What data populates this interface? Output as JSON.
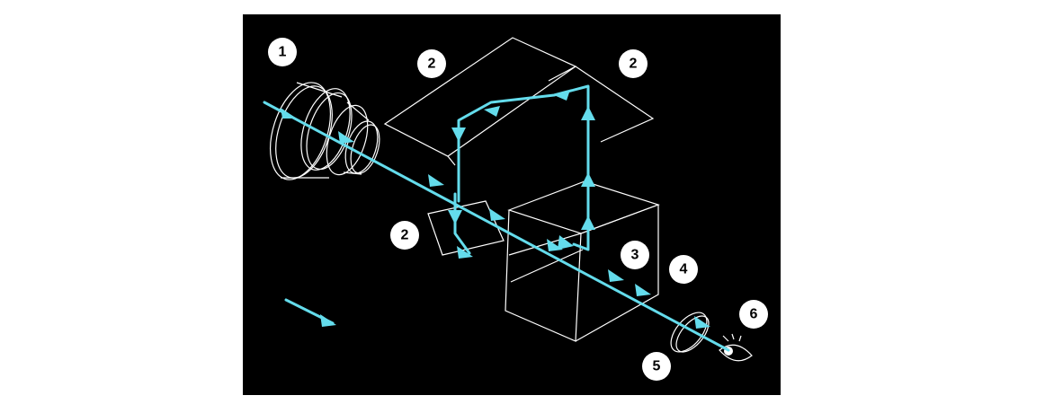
{
  "colors": {
    "background": "#000000",
    "page": "#ffffff",
    "wireframe": "#ffffff",
    "beam": "#64dcec",
    "badge_fill": "#ffffff",
    "badge_text": "#000000"
  },
  "labels": {
    "objective": "1",
    "prism_top_left": "2",
    "prism_top_right": "2",
    "prism_small": "2",
    "beam_splitter_cube": "3",
    "reticle": "4",
    "eyepiece": "5",
    "eye": "6"
  }
}
